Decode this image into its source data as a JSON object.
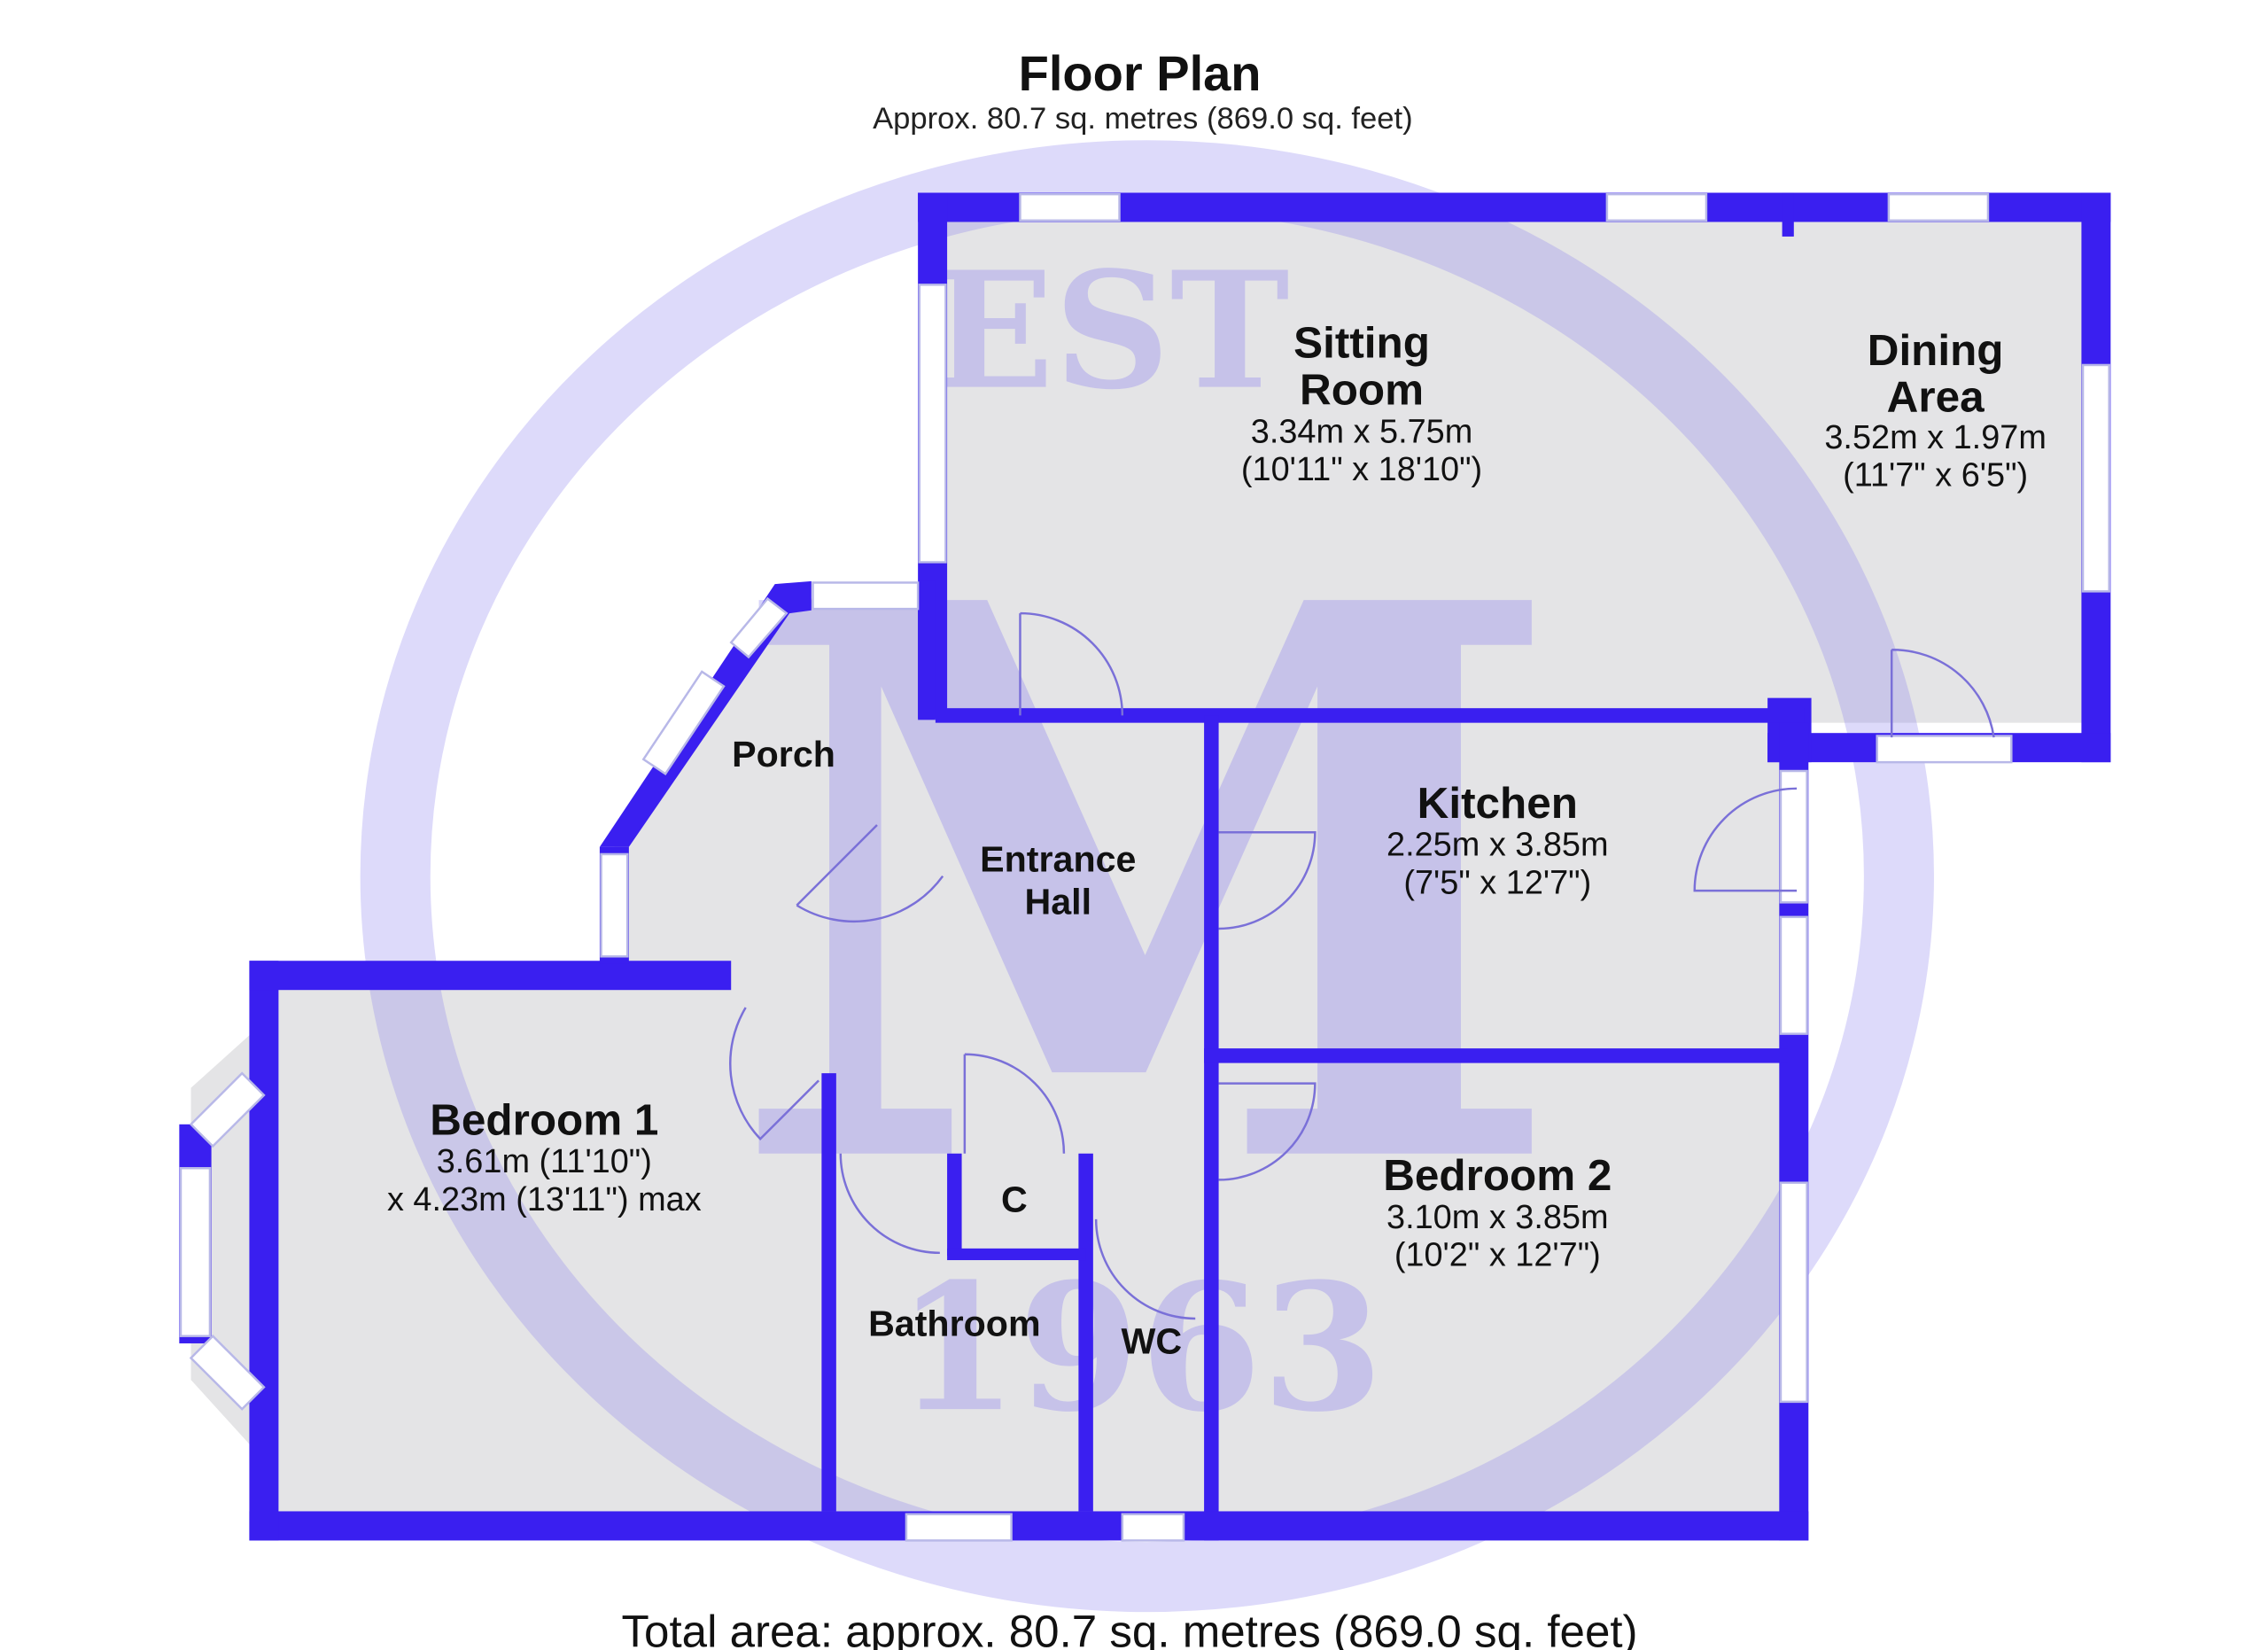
{
  "header": {
    "title": "Floor Plan",
    "subtitle": "Approx. 80.7 sq. metres (869.0 sq. feet)"
  },
  "rooms": [
    {
      "name": "Sitting",
      "name2": "Room",
      "dim": "3.34m x 5.75m",
      "dim_imperial": "(10'11\" x 18'10\")"
    },
    {
      "name": "Dining",
      "name2": "Area",
      "dim": "3.52m x 1.97m",
      "dim_imperial": "(11'7\" x 6'5\")"
    },
    {
      "name": "Kitchen",
      "dim": "2.25m x 3.85m",
      "dim_imperial": "(7'5\" x 12'7\")"
    },
    {
      "name": "Bedroom 1",
      "dim": "3.61m (11'10\")",
      "dim_imperial": "x 4.23m (13'11\") max"
    },
    {
      "name": "Bedroom 2",
      "dim": "3.10m x 3.85m",
      "dim_imperial": "(10'2\" x 12'7\")"
    },
    {
      "name": "Porch"
    },
    {
      "name": "Entrance",
      "name2": "Hall"
    },
    {
      "name": "C"
    },
    {
      "name": "Bathroom"
    },
    {
      "name": "WC"
    }
  ],
  "watermark": {
    "top": "EST",
    "letter": "M",
    "year": "1963"
  },
  "footer": {
    "total": "Total area: approx. 80.7 sq. metres (869.0 sq. feet)"
  },
  "colors": {
    "wall": "#3a1ff0",
    "floor": "#e6e6e6",
    "watermark": "#8f86f0"
  }
}
